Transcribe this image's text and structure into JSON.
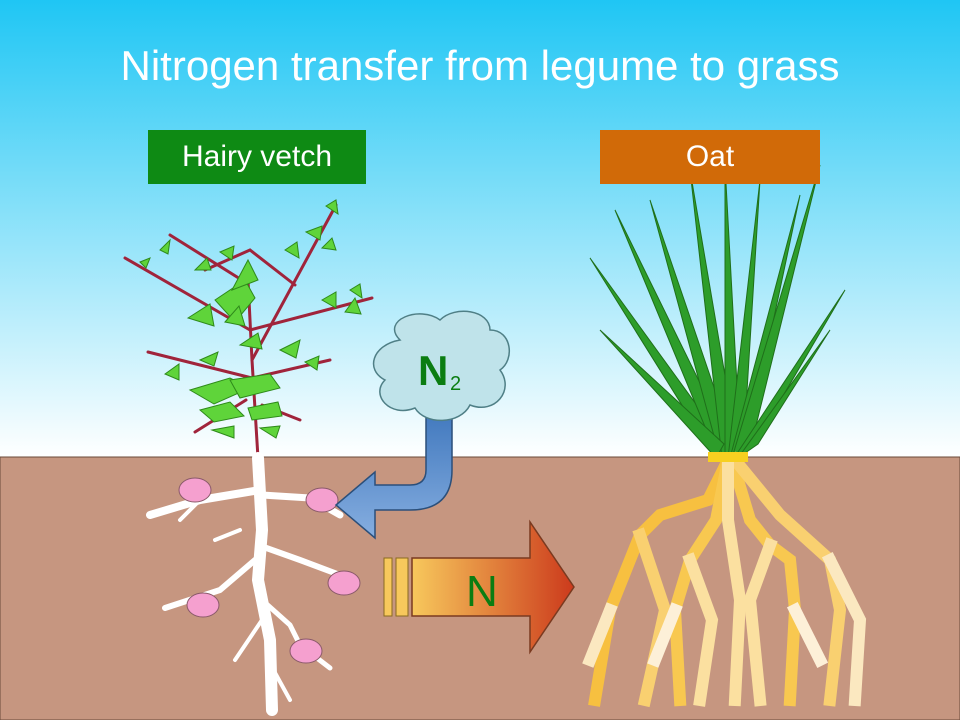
{
  "title": "Nitrogen transfer from legume to grass",
  "labels": {
    "legume": "Hairy vetch",
    "grass": "Oat"
  },
  "cloud": {
    "symbol": "N",
    "subscript": "2"
  },
  "transfer_arrow": {
    "label": "N"
  },
  "colors": {
    "sky_top": "#1fc6f4",
    "sky_bottom": "#ffffff",
    "soil": "#c69680",
    "legume_label_bg": "#0e8a14",
    "grass_label_bg": "#d16a08",
    "leaf": "#5fd43a",
    "stem": "#a0243b",
    "nodule": "#f5a0cf",
    "cloud_fill": "#bfe3ea",
    "n2_text": "#0b7d12",
    "down_arrow": "#5b8fc8",
    "transfer_arrow_start": "#f7c85c",
    "transfer_arrow_end": "#cc3a1c",
    "n_text": "#0b7d12",
    "oat_leaf": "#2d9d2a",
    "oat_root": "#f7c040"
  }
}
